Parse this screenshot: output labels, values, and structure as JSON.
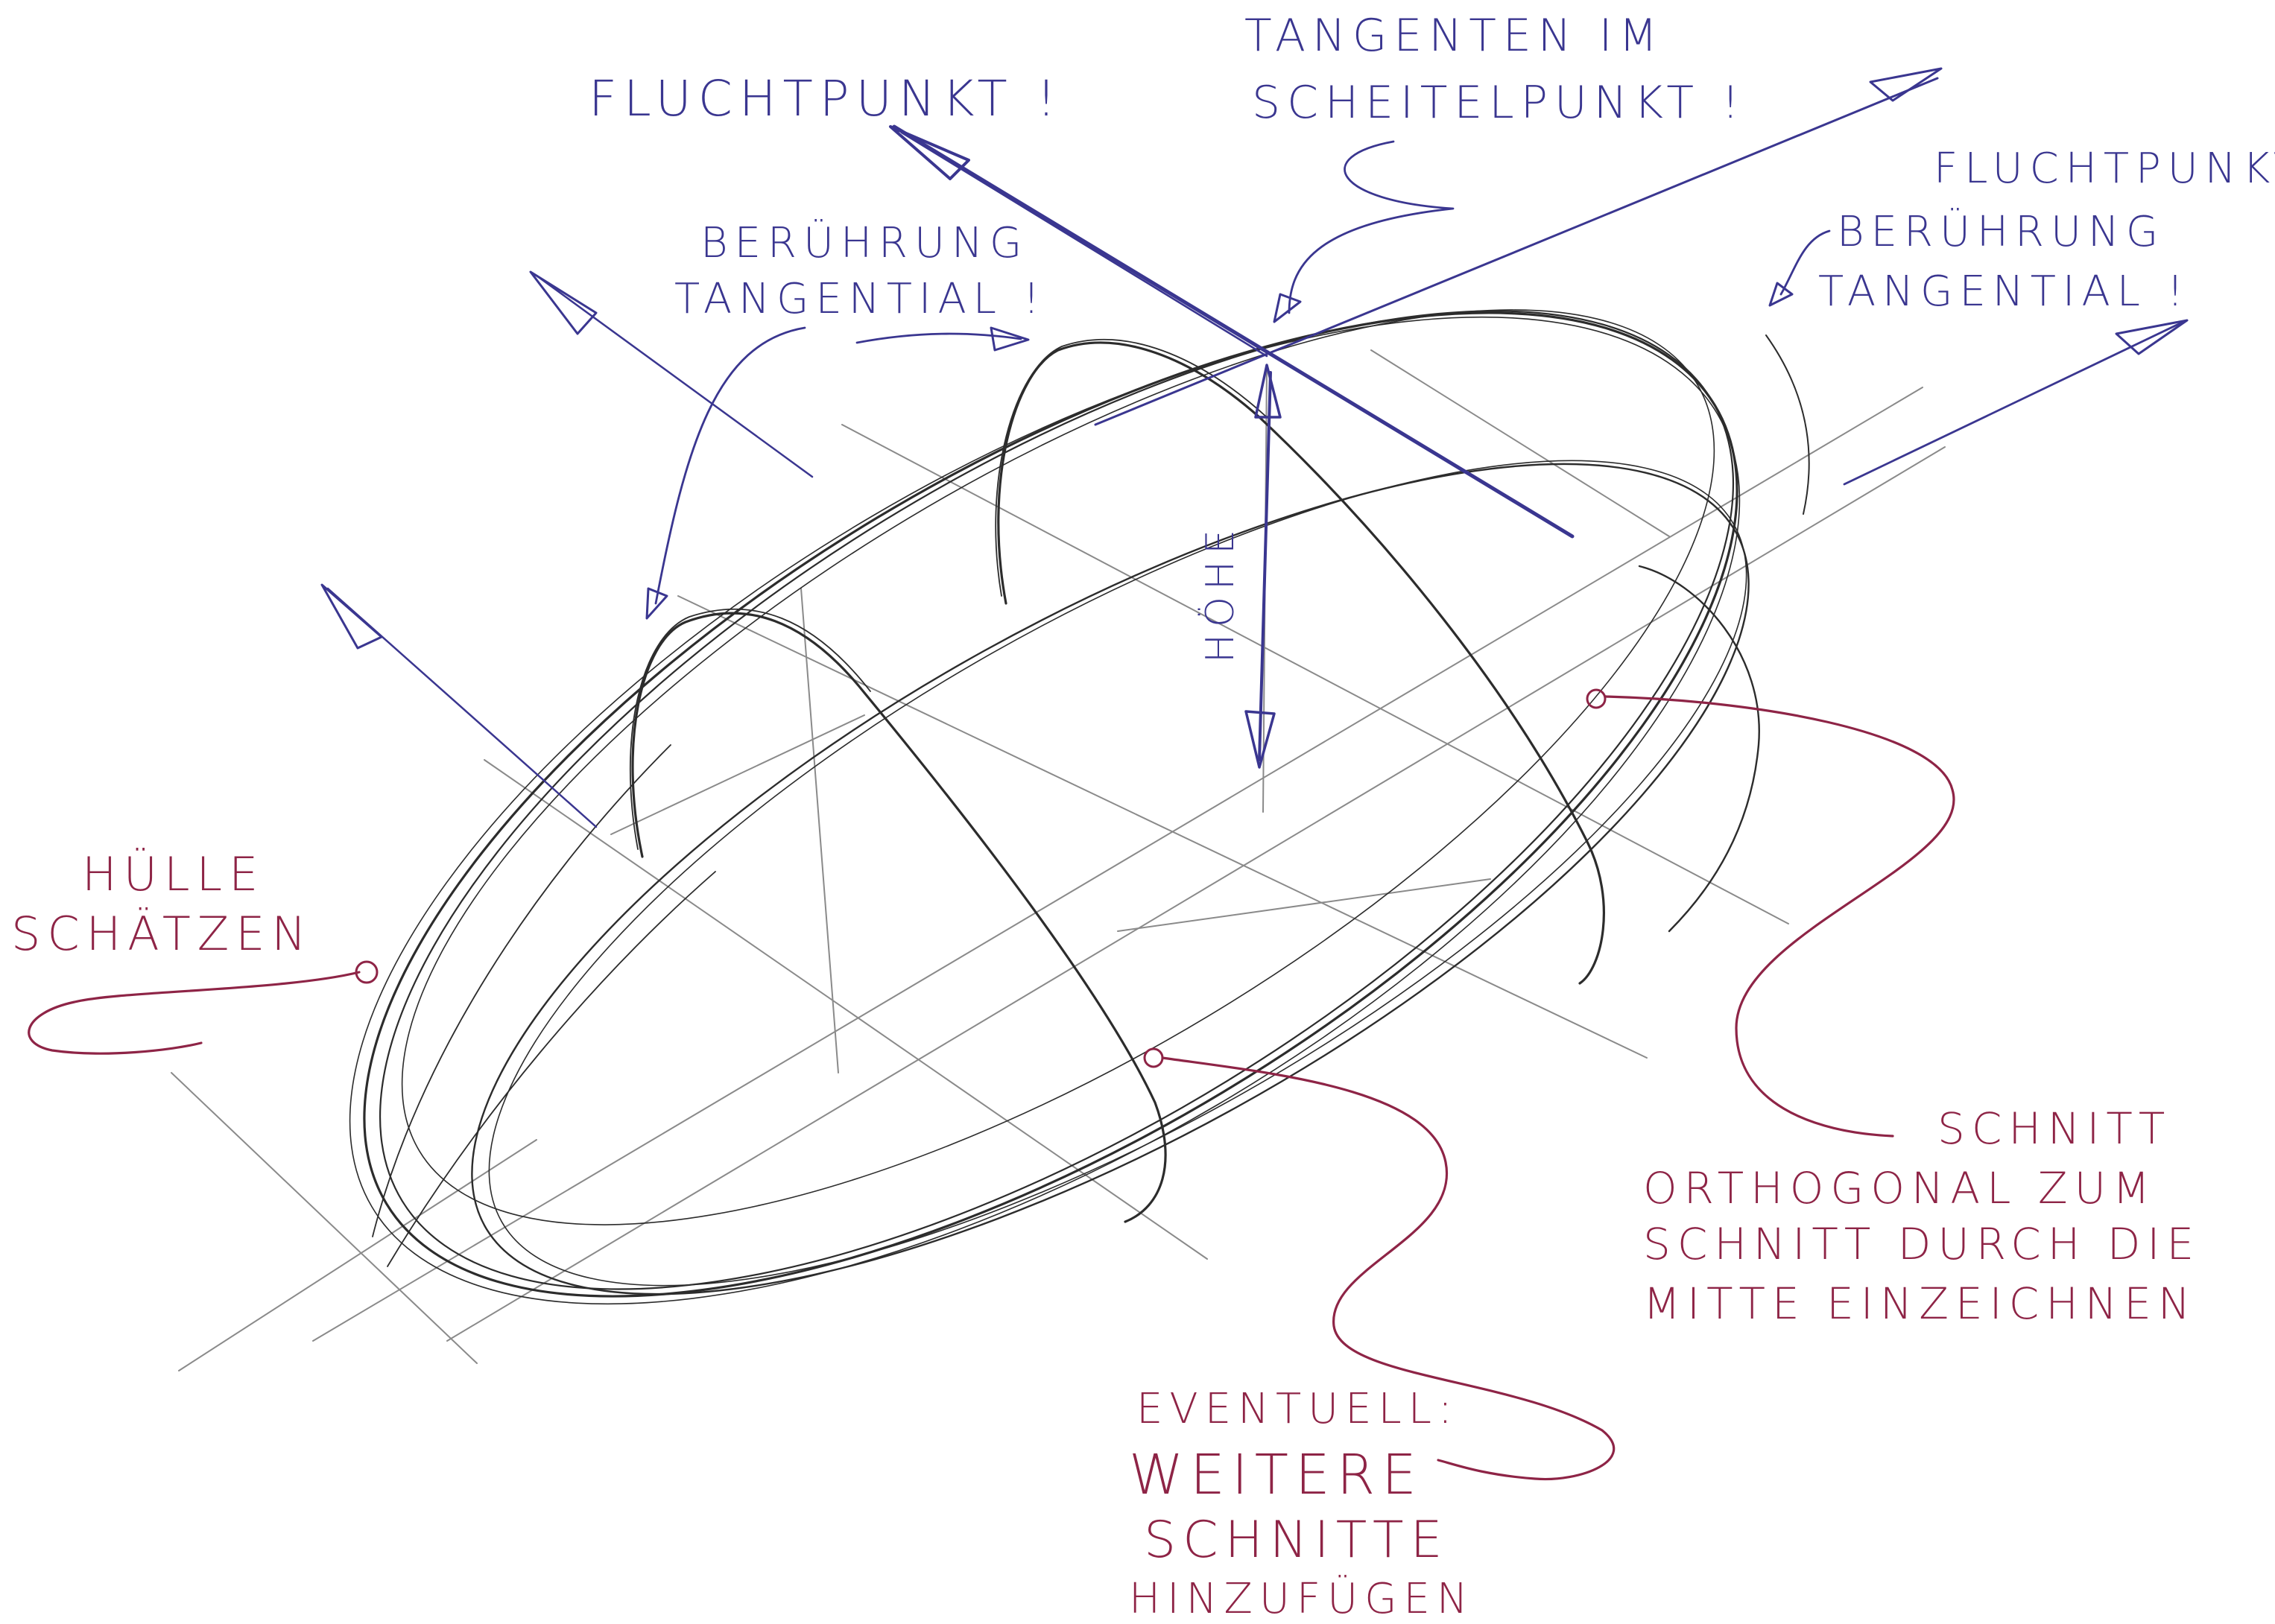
{
  "colors": {
    "pencil": "#2c2c2c",
    "pencil_light": "#8a8a8a",
    "ink_blue": "#3a3690",
    "ink_red": "#8e2446",
    "paper": "#ffffff"
  },
  "labels": {
    "fluchtpunkt_left": "FLUCHTPUNKT !",
    "tangenten_line1": "TANGENTEN IM",
    "tangenten_line2": "SCHEITELPUNKT !",
    "fluchtpunkt_right": "FLUCHTPUNKT",
    "beruehrung_left_line1": "BERÜHRUNG",
    "beruehrung_left_line2": "TANGENTIAL !",
    "beruehrung_right_line1": "BERÜHRUNG",
    "beruehrung_right_line2": "TANGENTIAL !",
    "hoehe": "HÖHE",
    "huelle_line1": "HÜLLE",
    "huelle_line2": "SCHÄTZEN",
    "schnitt_line1": "SCHNITT",
    "schnitt_line2": "ORTHOGONAL ZUM",
    "schnitt_line3": "SCHNITT DURCH DIE",
    "schnitt_line4": "MITTE EINZEICHNEN",
    "eventuell_line1": "EVENTUELL:",
    "eventuell_line2": "WEITERE",
    "eventuell_line3": "SCHNITTE",
    "eventuell_line4": "HINZUFÜGEN"
  }
}
